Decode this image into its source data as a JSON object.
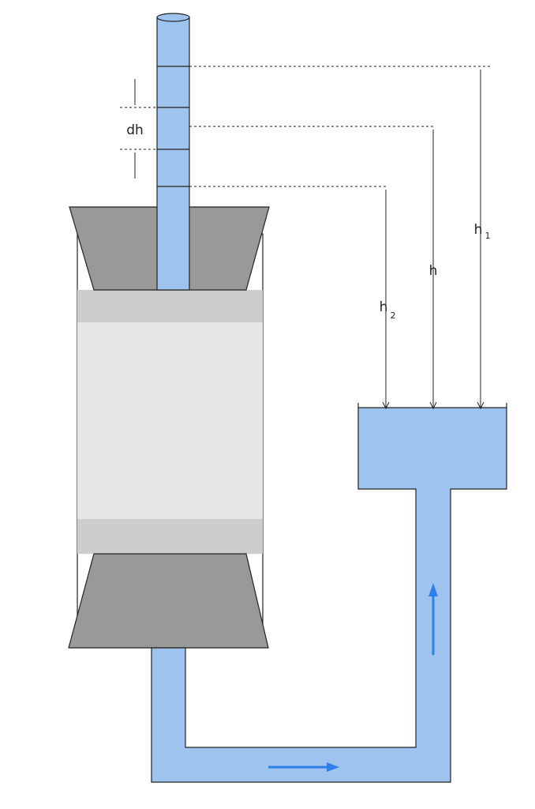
{
  "diagram": {
    "labels": {
      "dh": "dh",
      "h": "h",
      "h1_base": "h",
      "h1_sub": "1",
      "h2_base": "h",
      "h2_sub": "2"
    },
    "colors": {
      "water": "#9dc3ee",
      "stroke": "#222222",
      "cone": "#999999",
      "band": "#cdcdcd",
      "sample": "#e6e6e6",
      "arrow": "#2f7fe8"
    }
  }
}
